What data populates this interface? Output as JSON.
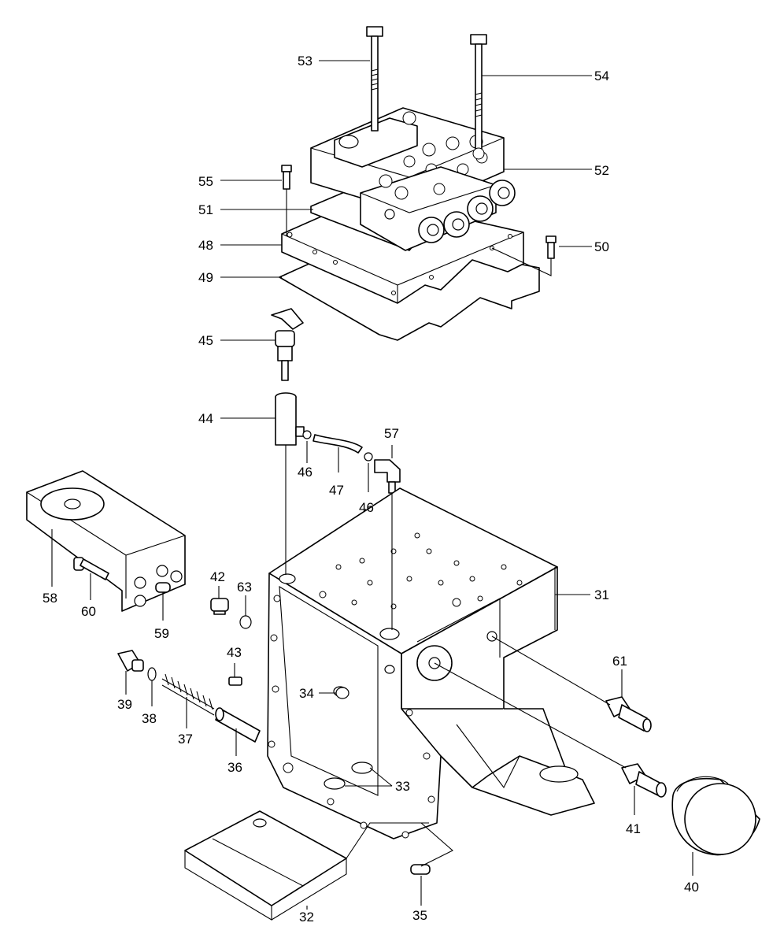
{
  "callouts": {
    "p31": "31",
    "p32": "32",
    "p33": "33",
    "p34": "34",
    "p35": "35",
    "p36": "36",
    "p37": "37",
    "p38": "38",
    "p39": "39",
    "p40": "40",
    "p41": "41",
    "p42": "42",
    "p43": "43",
    "p44": "44",
    "p45": "45",
    "p46a": "46",
    "p46b": "46",
    "p47": "47",
    "p48": "48",
    "p49": "49",
    "p50": "50",
    "p51": "51",
    "p52": "52",
    "p53": "53",
    "p54": "54",
    "p55": "55",
    "p57": "57",
    "p58": "58",
    "p59": "59",
    "p60": "60",
    "p61": "61",
    "p63": "63"
  }
}
